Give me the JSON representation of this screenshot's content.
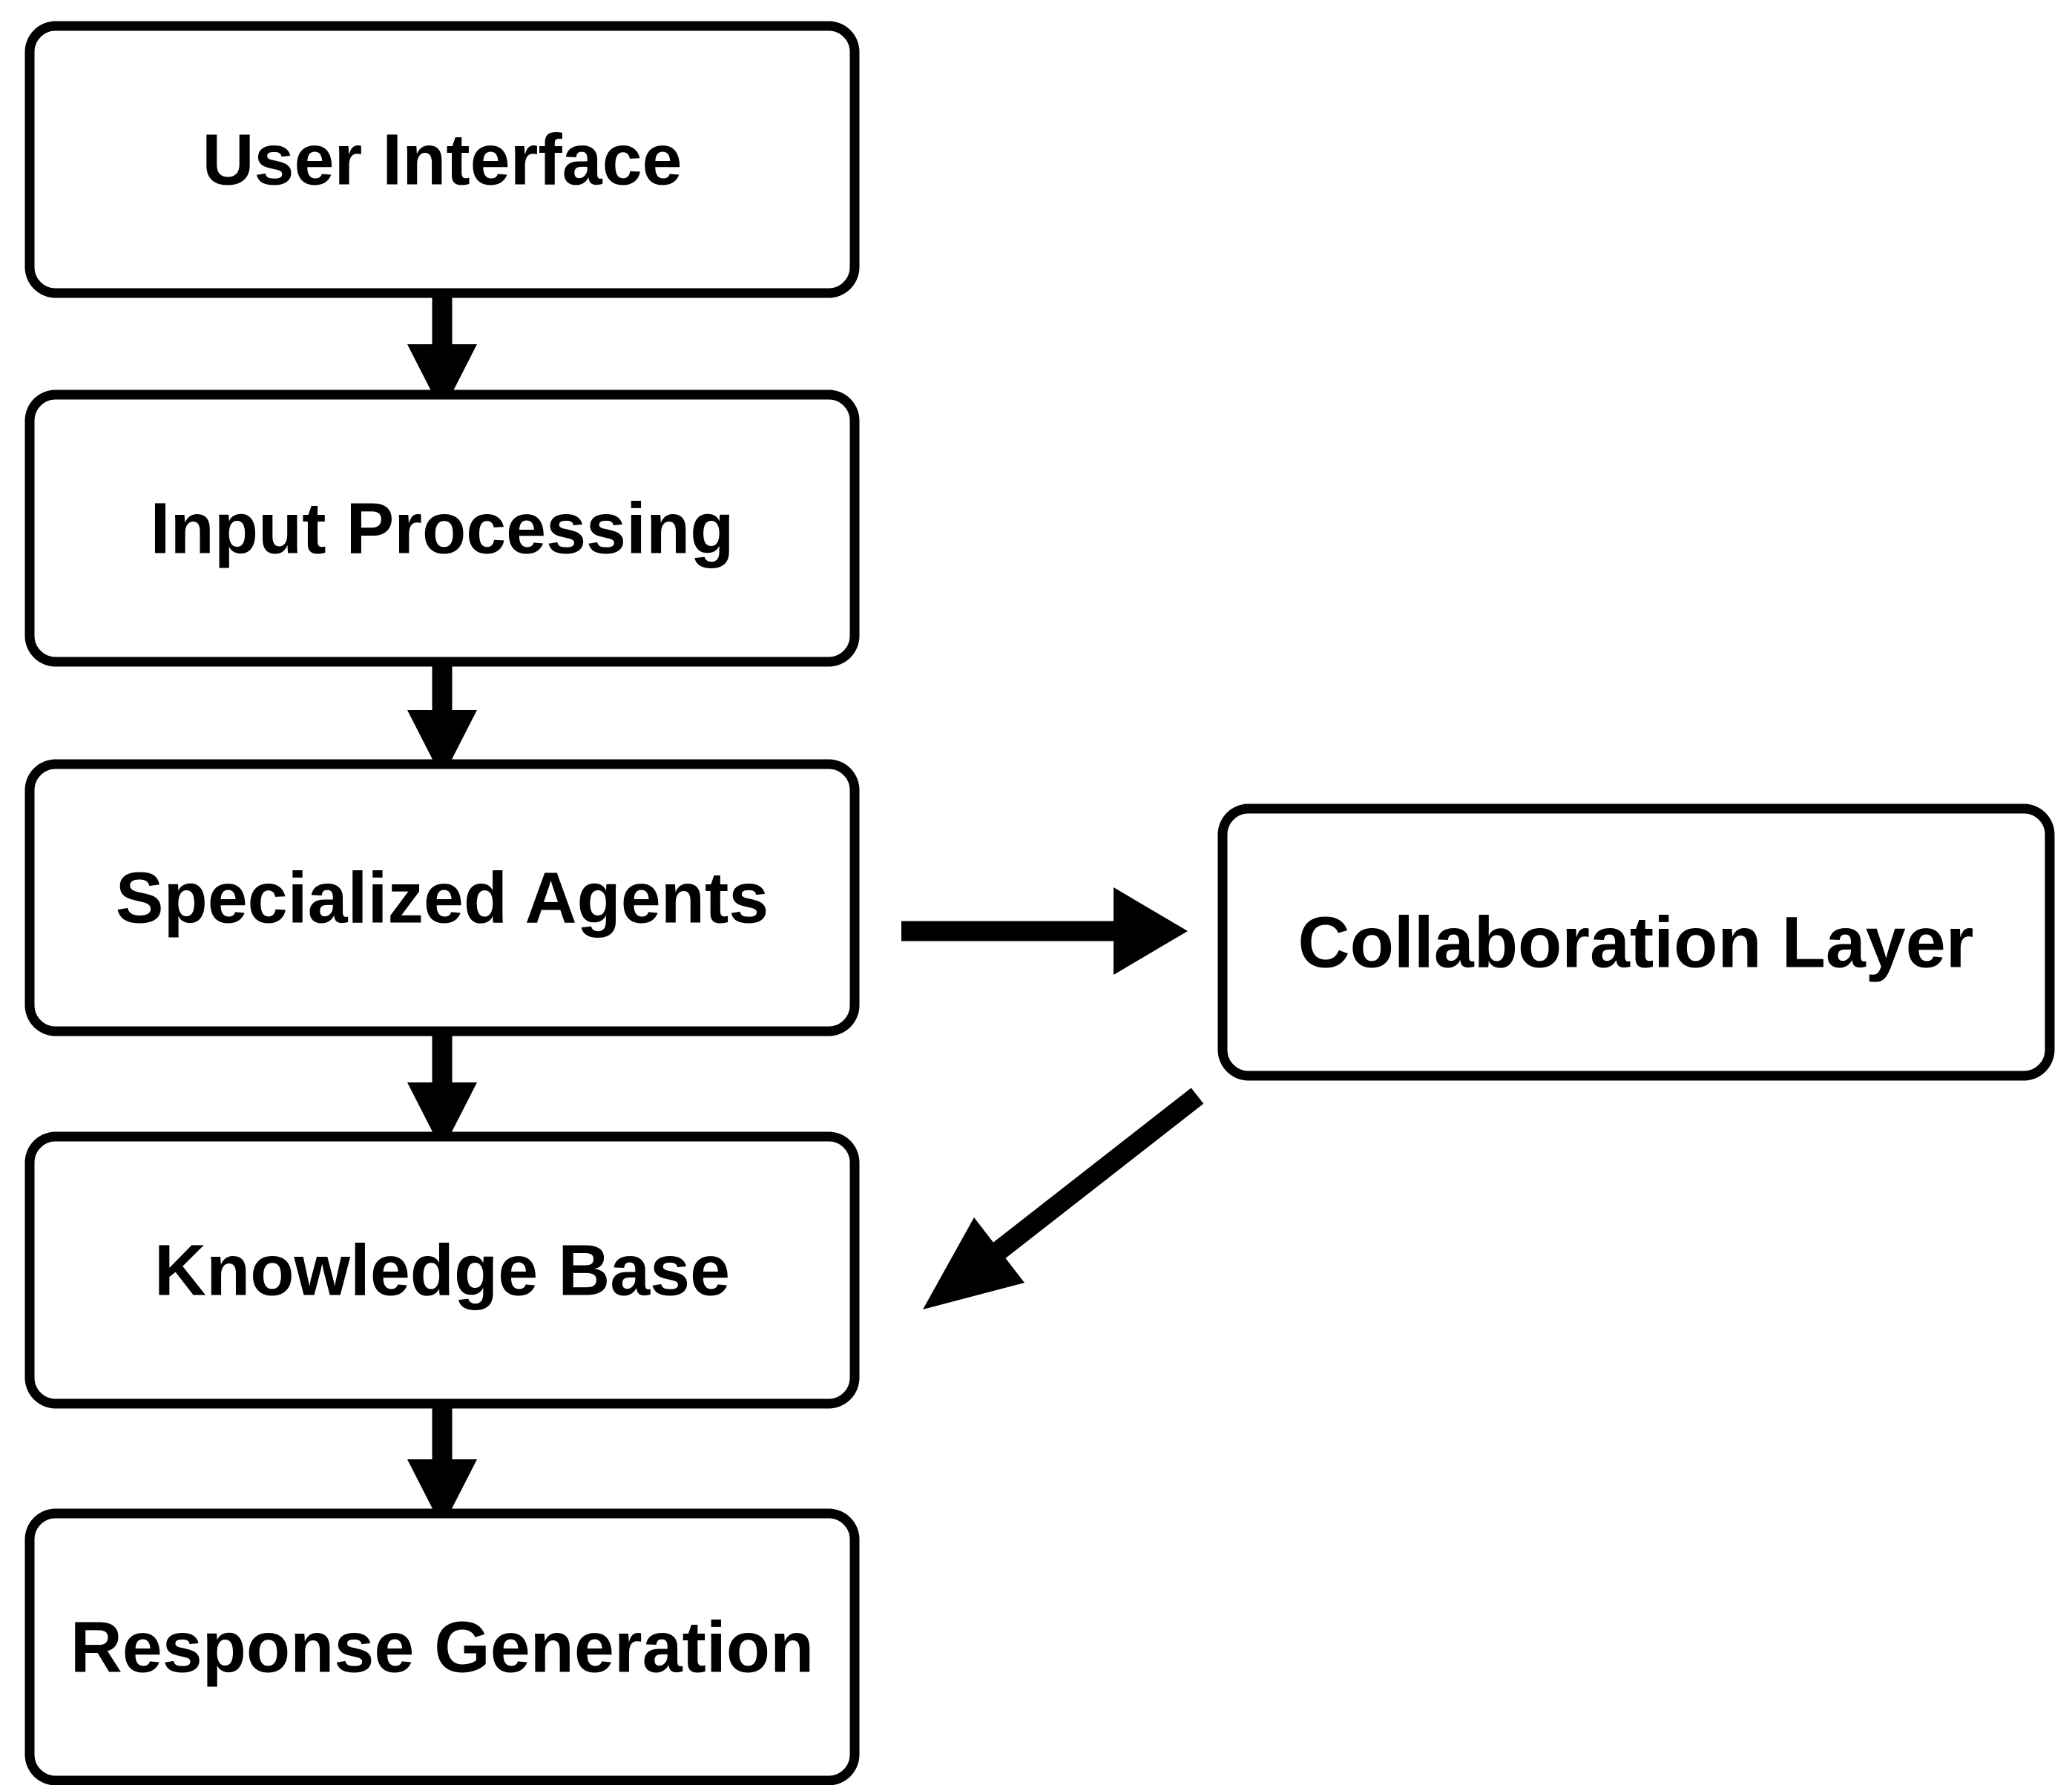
{
  "diagram": {
    "background_color": "#ffffff",
    "stroke_color": "#000000",
    "text_color": "#000000",
    "nodes": [
      {
        "id": "user-interface",
        "label": "User Interface"
      },
      {
        "id": "input-processing",
        "label": "Input Processing"
      },
      {
        "id": "specialized-agents",
        "label": "Specialized Agents"
      },
      {
        "id": "knowledge-base",
        "label": "Knowledge Base"
      },
      {
        "id": "response-generation",
        "label": "Response Generation"
      },
      {
        "id": "collaboration-layer",
        "label": "Collaboration Layer"
      }
    ],
    "edges": [
      {
        "from": "User Interface",
        "to": "Input Processing",
        "direction": "down"
      },
      {
        "from": "Input Processing",
        "to": "Specialized Agents",
        "direction": "down"
      },
      {
        "from": "Specialized Agents",
        "to": "Knowledge Base",
        "direction": "down"
      },
      {
        "from": "Knowledge Base",
        "to": "Response Generation",
        "direction": "down"
      },
      {
        "from": "Specialized Agents",
        "to": "Collaboration Layer",
        "direction": "right"
      },
      {
        "from": "Collaboration Layer",
        "to": "Knowledge Base",
        "direction": "down-left"
      }
    ]
  }
}
